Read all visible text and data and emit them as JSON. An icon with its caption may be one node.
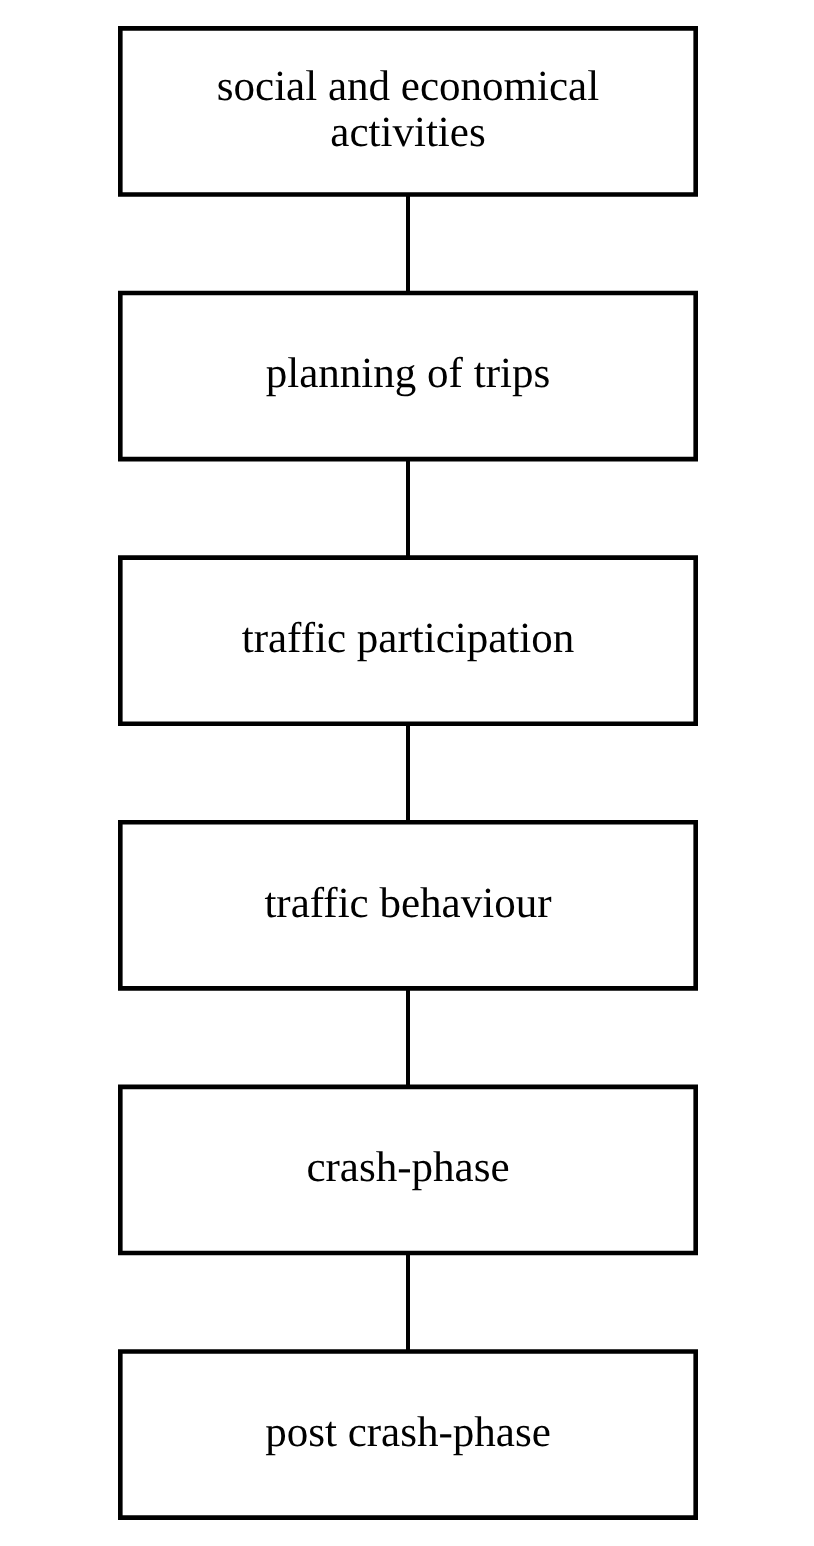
{
  "diagram": {
    "nodes": [
      {
        "text": [
          "social and economical activities"
        ]
      },
      {
        "text": [
          "planning of trips"
        ]
      },
      {
        "text": [
          "traffic participation"
        ]
      },
      {
        "text": [
          "traffic behaviour"
        ]
      },
      {
        "text": [
          "crash-phase"
        ]
      },
      {
        "text": [
          "post crash-phase"
        ]
      }
    ],
    "edges": [
      {
        "from": 0,
        "to": 1,
        "arrow": "none"
      },
      {
        "from": 1,
        "to": 2,
        "arrow": "none"
      },
      {
        "from": 2,
        "to": 3,
        "arrow": "none"
      },
      {
        "from": 3,
        "to": 4,
        "arrow": "none"
      },
      {
        "from": 4,
        "to": 5,
        "arrow": "none"
      }
    ]
  }
}
